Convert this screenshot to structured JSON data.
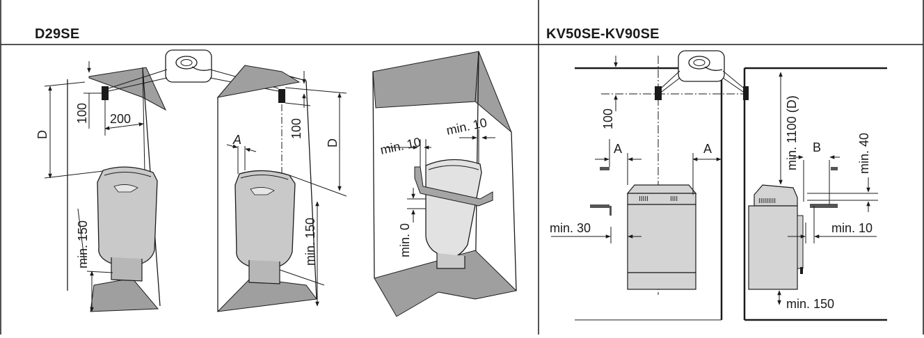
{
  "headers": {
    "left": "D29SE",
    "right": "KV50SE-KV90SE"
  },
  "colors": {
    "shade": "#9f9f9f",
    "heater_light": "#d4d4d4",
    "heater_dark": "#b7b7b7",
    "line": "#1a1a1a"
  },
  "icons": [
    "sensor-icon",
    "sensor-icon"
  ],
  "labels": {
    "d1_dim_vertical": "100",
    "d1_dim_horizontal": "200",
    "d1_dim_D": "D",
    "d1_dim_min150": "min. 150",
    "d2_dim_A": "A",
    "d2_dim_100": "100",
    "d2_dim_D": "D",
    "d2_dim_min150": "min. 150",
    "d3_dim_min10_left": "min. 10",
    "d3_dim_min10_right": "min. 10",
    "d3_dim_min0": "min. 0",
    "kv_dim_100": "100",
    "kv_dim_A_left": "A",
    "kv_dim_A_right": "A",
    "kv_dim_min30": "min. 30",
    "kv_dim_1100D": "min. 1100 (D)",
    "kv_dim_B": "B",
    "kv_dim_min40": "min. 40",
    "kv_dim_min10": "min. 10",
    "kv_dim_min150": "min. 150"
  }
}
